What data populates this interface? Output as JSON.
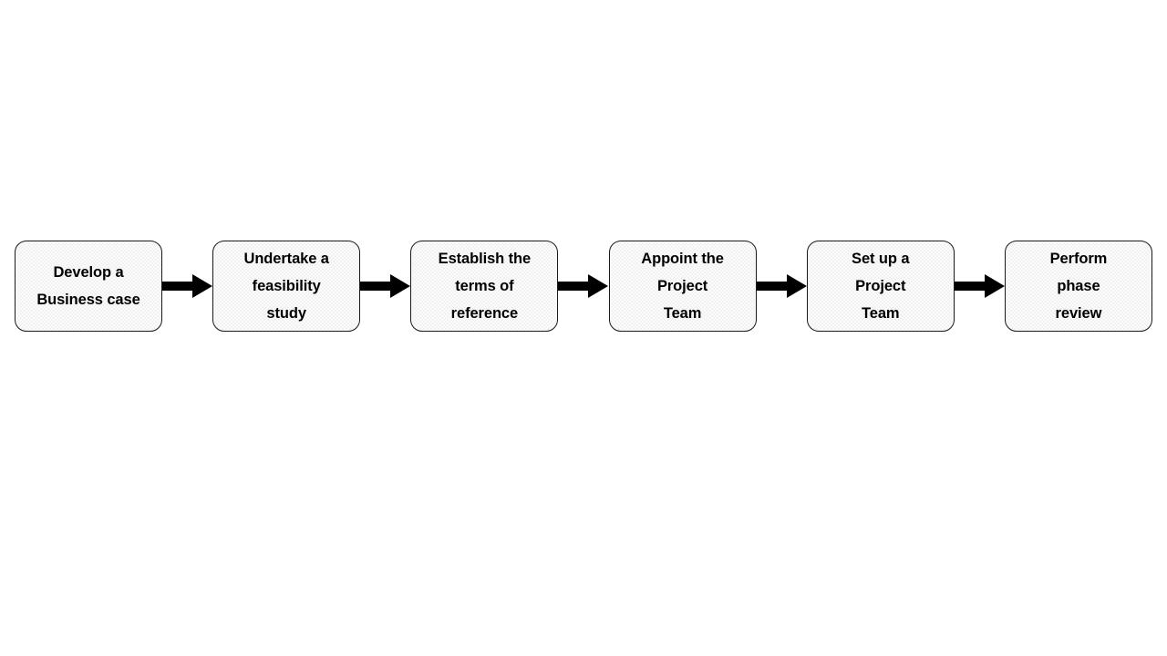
{
  "diagram": {
    "type": "linear-process-flow",
    "orientation": "horizontal",
    "step_count": 6,
    "arrow_count": 5,
    "colors": {
      "background": "#ffffff",
      "box_fill": "#f1f1f1",
      "box_border": "#1a1a1a",
      "text": "#000000",
      "arrow": "#000000"
    },
    "steps": [
      {
        "id": "develop-business-case",
        "label": "Develop a\nBusiness case"
      },
      {
        "id": "undertake-feasibility-study",
        "label": "Undertake a\nfeasibility\nstudy"
      },
      {
        "id": "establish-terms-of-reference",
        "label": "Establish the\nterms of\nreference"
      },
      {
        "id": "appoint-project-team",
        "label": "Appoint the\nProject\nTeam"
      },
      {
        "id": "set-up-project-team",
        "label": "Set up a\nProject\nTeam"
      },
      {
        "id": "perform-phase-review",
        "label": "Perform\nphase\nreview"
      }
    ],
    "arrows": [
      {
        "id": "arrow-1",
        "from": "develop-business-case",
        "to": "undertake-feasibility-study",
        "glyph": "➡"
      },
      {
        "id": "arrow-2",
        "from": "undertake-feasibility-study",
        "to": "establish-terms-of-reference",
        "glyph": "➡"
      },
      {
        "id": "arrow-3",
        "from": "establish-terms-of-reference",
        "to": "appoint-project-team",
        "glyph": "➡"
      },
      {
        "id": "arrow-4",
        "from": "appoint-project-team",
        "to": "set-up-project-team",
        "glyph": "➡"
      },
      {
        "id": "arrow-5",
        "from": "set-up-project-team",
        "to": "perform-phase-review",
        "glyph": "➡"
      }
    ]
  }
}
